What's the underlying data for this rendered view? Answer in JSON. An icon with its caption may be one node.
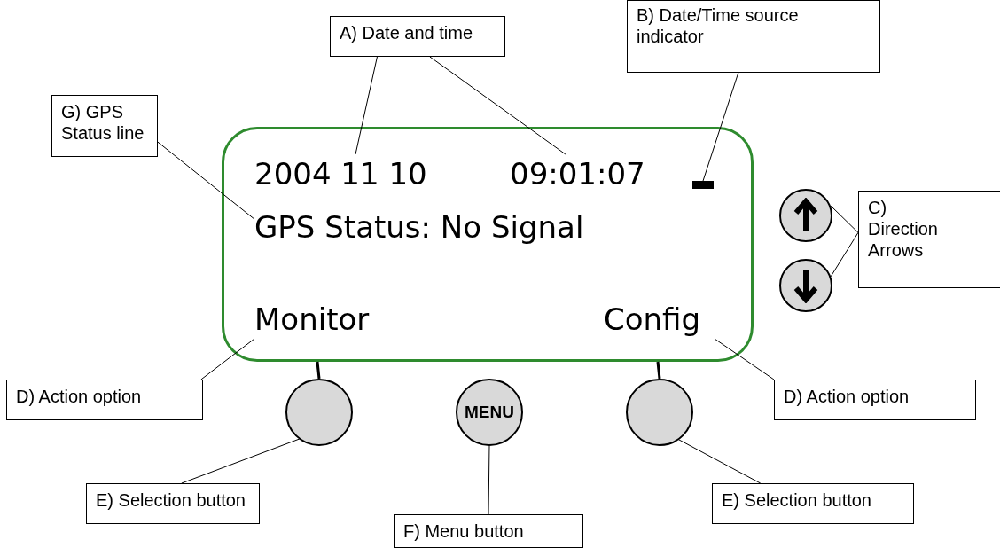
{
  "diagram": {
    "nodes": [
      {
        "text": [
          "A) Date and time"
        ]
      },
      {
        "text": [
          "B) Date/Time source indicator"
        ]
      },
      {
        "text": [
          "G) GPS Status line"
        ]
      },
      {
        "text": [],
        "shape": "box"
      },
      {
        "text": [
          "2004 11 10"
        ],
        "in": 3
      },
      {
        "text": [
          "09:01:07"
        ],
        "in": 3
      },
      {
        "text": [],
        "shape": "bar",
        "in": 3
      },
      {
        "text": [
          "GPS Status: No Signal"
        ],
        "in": 3
      },
      {
        "text": [
          "Monitor"
        ],
        "in": 3
      },
      {
        "text": [
          "Config"
        ],
        "in": 3
      },
      {
        "text": [],
        "shape": "circle"
      },
      {
        "text": [],
        "shape": "circle"
      },
      {
        "text": [
          "C) Direction Arrows"
        ]
      },
      {
        "text": [
          "D) Action option"
        ]
      },
      {
        "text": [
          "D) Action option"
        ]
      },
      {
        "text": [],
        "shape": "circle"
      },
      {
        "text": [
          "MENU"
        ]
      },
      {
        "text": [],
        "shape": "circle"
      },
      {
        "text": [
          "E) Selection button"
        ]
      },
      {
        "text": [
          "F) Menu button"
        ]
      },
      {
        "text": [
          "E) Selection button"
        ]
      }
    ],
    "edges": [
      {
        "from": 0,
        "to": 4,
        "arrow": "none"
      },
      {
        "from": 0,
        "to": 5,
        "arrow": "none"
      },
      {
        "from": 1,
        "to": 6,
        "arrow": "none"
      },
      {
        "from": 2,
        "to": 7,
        "arrow": "none"
      },
      {
        "from": 12,
        "to": 10,
        "arrow": "none"
      },
      {
        "from": 12,
        "to": 11,
        "arrow": "none"
      },
      {
        "from": 13,
        "to": 8,
        "arrow": "none"
      },
      {
        "from": 14,
        "to": 9,
        "arrow": "none"
      },
      {
        "from": 18,
        "to": 15,
        "arrow": "none"
      },
      {
        "from": 19,
        "to": 16,
        "arrow": "none"
      },
      {
        "from": 20,
        "to": 17,
        "arrow": "none"
      },
      {
        "from": 3,
        "to": 15,
        "arrow": "none",
        "style": "thick"
      },
      {
        "from": 3,
        "to": 17,
        "arrow": "none",
        "style": "thick"
      }
    ]
  }
}
